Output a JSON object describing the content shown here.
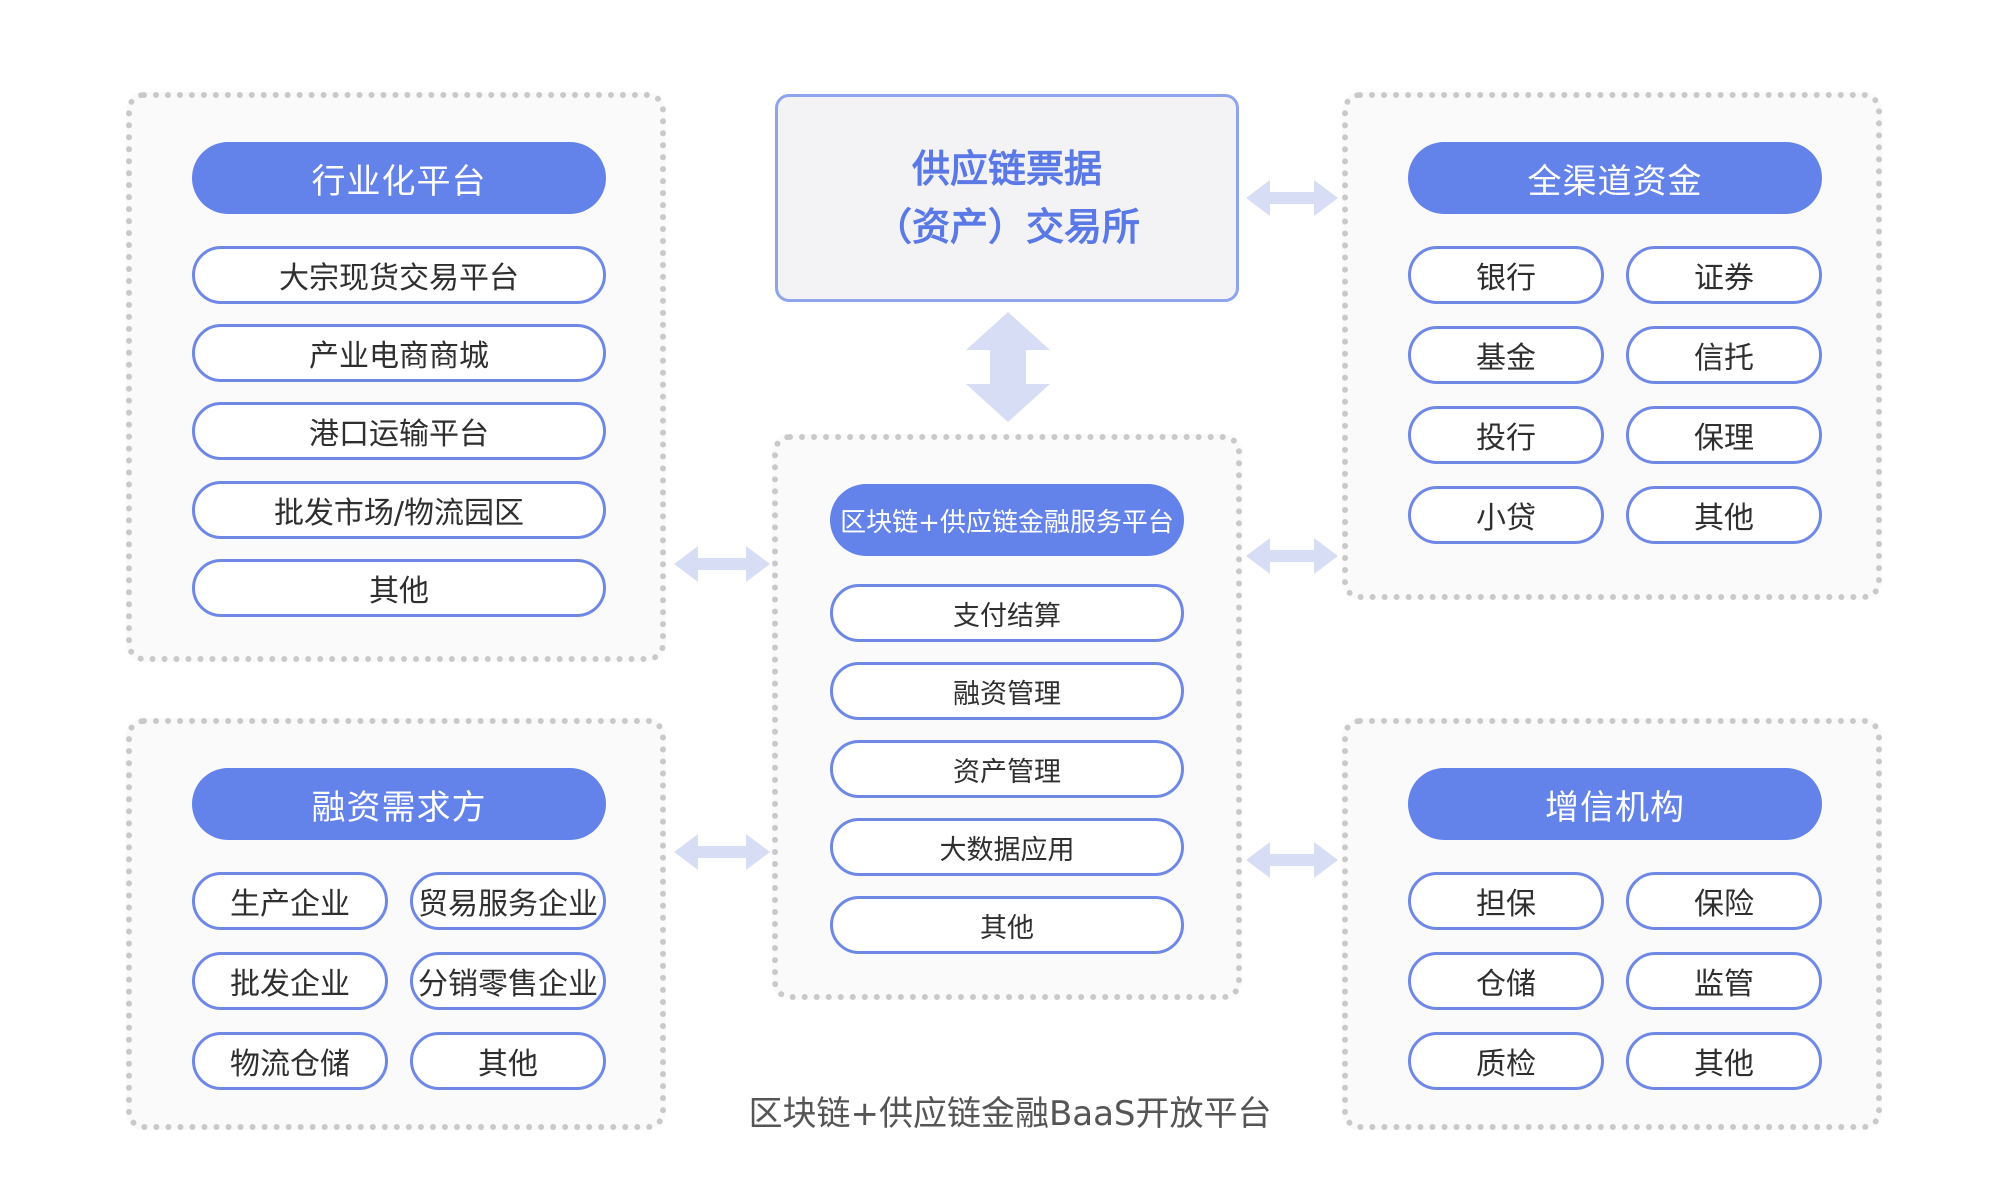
{
  "exchange": {
    "line1": "供应链票据",
    "line2": "（资产）交易所"
  },
  "industry": {
    "title": "行业化平台",
    "items": [
      "大宗现货交易平台",
      "产业电商商城",
      "港口运输平台",
      "批发市场/物流园区",
      "其他"
    ]
  },
  "financing": {
    "title": "融资需求方",
    "items": [
      "生产企业",
      "贸易服务企业",
      "批发企业",
      "分销零售企业",
      "物流仓储",
      "其他"
    ]
  },
  "platform": {
    "title": "区块链+供应链金融服务平台",
    "items": [
      "支付结算",
      "融资管理",
      "资产管理",
      "大数据应用",
      "其他"
    ]
  },
  "funds": {
    "title": "全渠道资金",
    "items": [
      "银行",
      "证券",
      "基金",
      "信托",
      "投行",
      "保理",
      "小贷",
      "其他"
    ]
  },
  "credit": {
    "title": "增信机构",
    "items": [
      "担保",
      "保险",
      "仓储",
      "监管",
      "质检",
      "其他"
    ]
  },
  "footer": {
    "title": "区块链+供应链金融BaaS开放平台"
  },
  "colors": {
    "accent": "#6382ea",
    "pill_border": "#6f88e6",
    "arrow": "#d7ddf5",
    "panel_border": "#c9c9c9"
  }
}
